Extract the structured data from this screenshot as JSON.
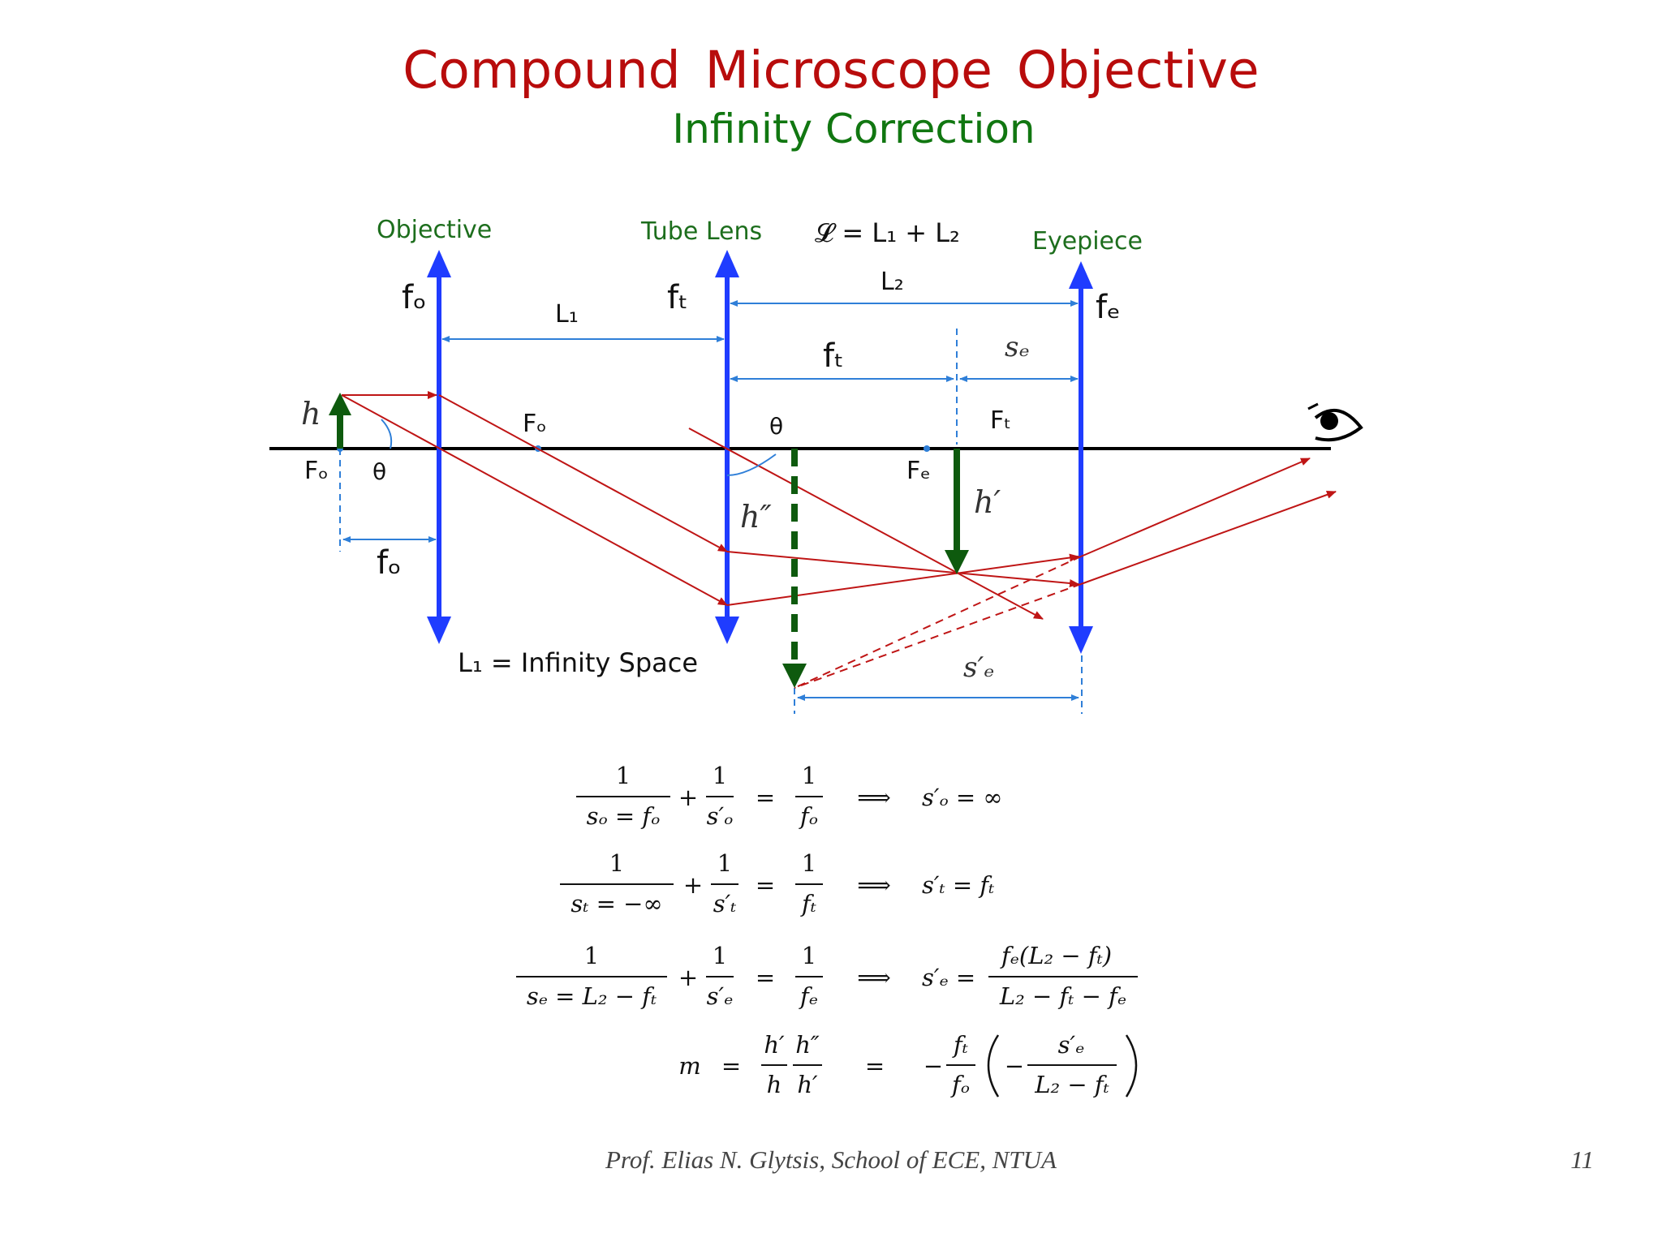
{
  "slide": {
    "title": "Compound  Microscope  Objective",
    "subtitle": "Infinity Correction",
    "footer": "Prof. Elias N. Glytsis, School of ECE, NTUA",
    "page_number": "11"
  },
  "diagram": {
    "lens_labels": {
      "objective": "Objective",
      "tube_lens": "Tube Lens",
      "eyepiece": "Eyepiece"
    },
    "length_relation": "𝓛 = L₁ + L₂",
    "infinity_space": "L₁ = Infinity Space",
    "symbols": {
      "fo": "fₒ",
      "ft": "fₜ",
      "fe": "fₑ",
      "L1": "L₁",
      "L2": "L₂",
      "Fo": "Fₒ",
      "Ft": "Fₜ",
      "Fe": "Fₑ",
      "theta": "θ",
      "h": "h",
      "h_prime": "h′",
      "h_double_prime": "h″",
      "se": "sₑ",
      "se_prime": "s′ₑ"
    },
    "colors": {
      "lens": "#1f3cff",
      "ray": "#bf1515",
      "object": "#0e5a0e",
      "dimension": "#2f7fd8",
      "label_green": "#1d6e1d",
      "axis": "#000000"
    },
    "icon": "eye-icon"
  },
  "equations": [
    {
      "lhs_num": "1",
      "lhs_den": "sₒ = fₒ",
      "mid_num": "1",
      "mid_den": "s′ₒ",
      "rhs_num": "1",
      "rhs_den": "fₒ",
      "result": "s′ₒ = ∞"
    },
    {
      "lhs_num": "1",
      "lhs_den": "sₜ = −∞",
      "mid_num": "1",
      "mid_den": "s′ₜ",
      "rhs_num": "1",
      "rhs_den": "fₜ",
      "result": "s′ₜ = fₜ"
    },
    {
      "lhs_num": "1",
      "lhs_den": "sₑ = L₂ − fₜ",
      "mid_num": "1",
      "mid_den": "s′ₑ",
      "rhs_num": "1",
      "rhs_den": "fₑ",
      "result_lhs": "s′ₑ =",
      "result_num": "fₑ(L₂ − fₜ)",
      "result_den": "L₂ − fₜ − fₑ"
    }
  ],
  "magnification": {
    "lhs": "m",
    "eq": "=",
    "f1_num": "h′",
    "f1_den": "h",
    "f2_num": "h″",
    "f2_den": "h′",
    "neg": "−",
    "f3_num": "fₜ",
    "f3_den": "fₒ",
    "f4_num": "s′ₑ",
    "f4_den": "L₂ − fₜ"
  }
}
